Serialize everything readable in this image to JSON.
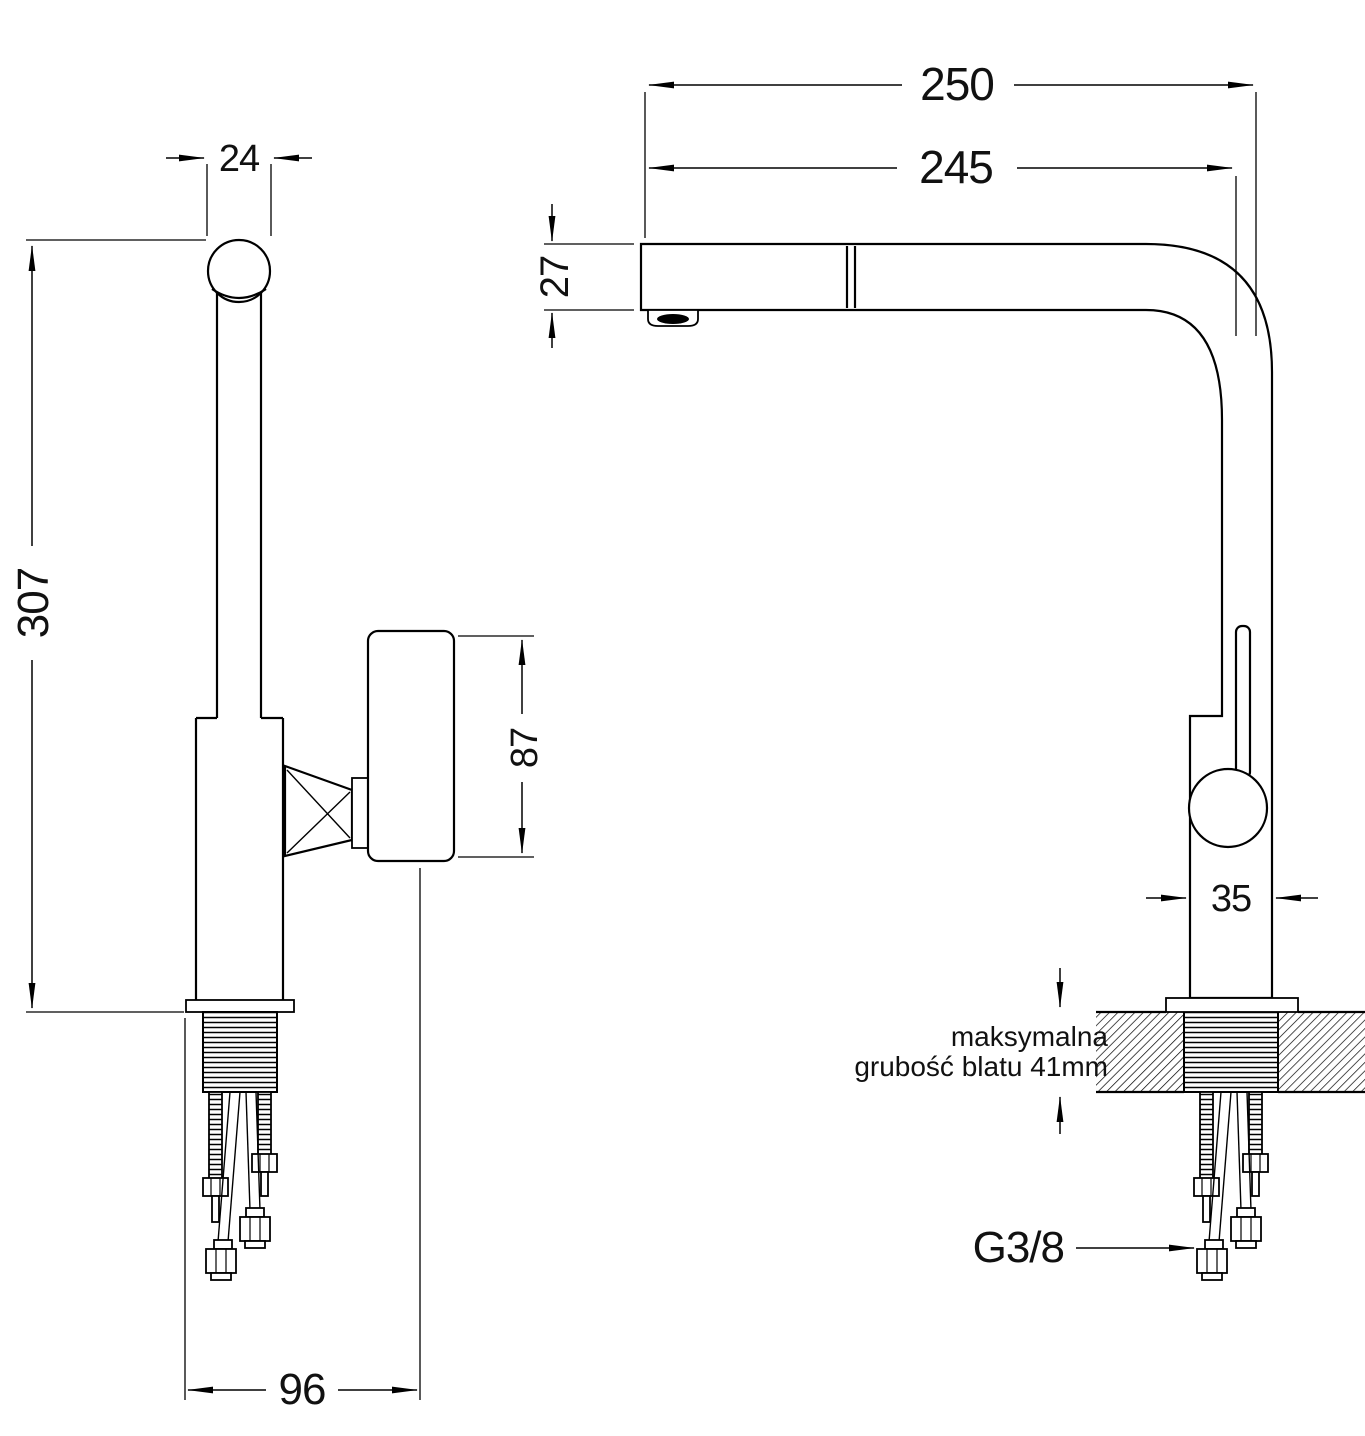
{
  "drawing": {
    "background": "#ffffff",
    "line_color": "#000000",
    "text_color": "#111111",
    "side_view": {
      "spout_diameter": "24",
      "total_height": "307",
      "handle_plate_height": "87",
      "base_depth": "96"
    },
    "front_view": {
      "overall_reach": "250",
      "spout_reach": "245",
      "spout_height": "27",
      "body_diameter": "35",
      "worktop_note_line1": "maksymalna",
      "worktop_note_line2": "grubość blatu 41mm",
      "connection_thread": "G3/8"
    }
  }
}
